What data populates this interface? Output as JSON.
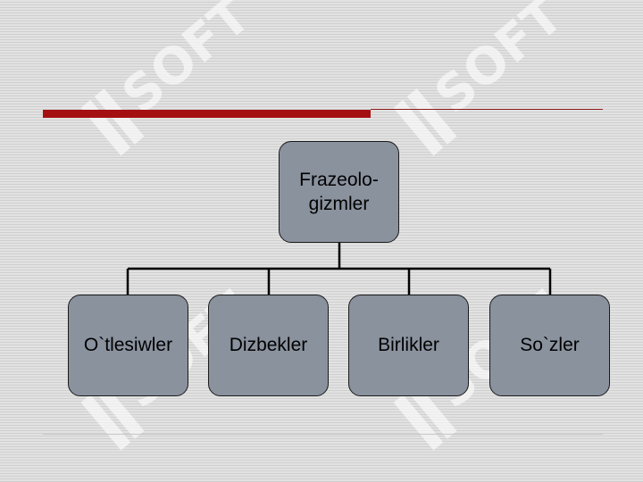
{
  "diagram": {
    "root": {
      "label": "Frazeolo-\ngizmler"
    },
    "children": [
      {
        "label": "O`tlesiwler"
      },
      {
        "label": "Dizbekler"
      },
      {
        "label": "Birlikler"
      },
      {
        "label": "So`zler"
      }
    ]
  },
  "watermark": {
    "text": "SOFT",
    "color": "#ffffff"
  },
  "colors": {
    "accent_bar": "#a50f12",
    "node_fill": "#8a929e",
    "node_border": "#1a1a1a",
    "background": "#dadada"
  }
}
